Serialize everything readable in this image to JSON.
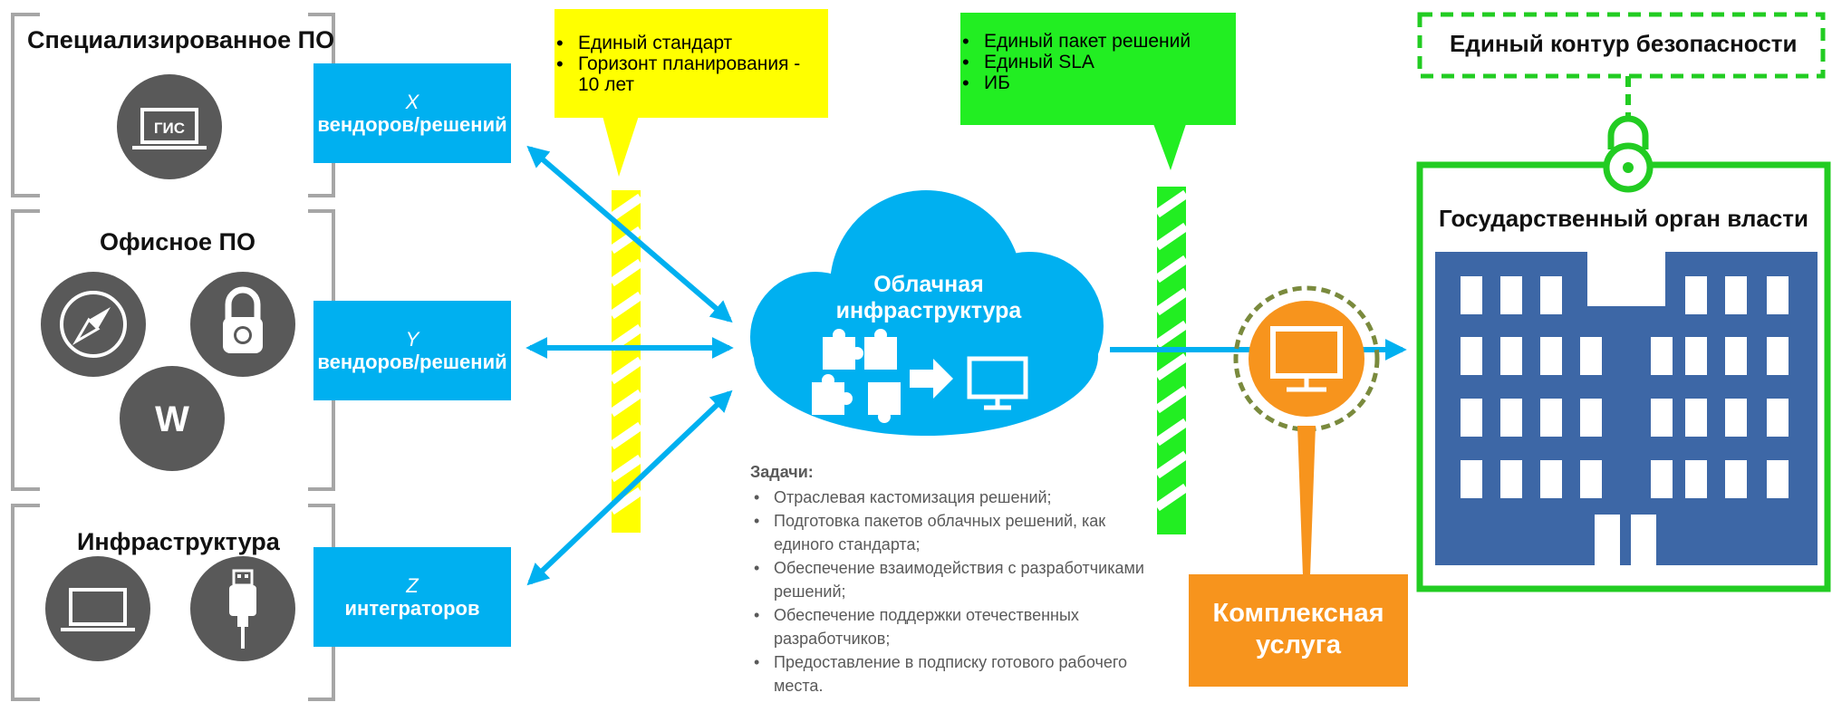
{
  "left_groups": {
    "spec": {
      "title": "Специализированное ПО",
      "icon_text": "ГИС"
    },
    "office": {
      "title": "Офисное ПО",
      "w_icon_text": "W"
    },
    "infra": {
      "title": "Инфраструктура"
    }
  },
  "blue_boxes": {
    "x": {
      "var": "X",
      "text": "вендоров/решений"
    },
    "y": {
      "var": "Y",
      "text": "вендоров/решений"
    },
    "z": {
      "var": "Z",
      "text": "интеграторов"
    }
  },
  "yellow_note": {
    "items": [
      "Единый стандарт",
      "Горизонт планирования - 10 лет"
    ]
  },
  "green_note": {
    "items": [
      "Единый пакет решений",
      "Единый SLA",
      "ИБ"
    ]
  },
  "cloud": {
    "title": "Облачная инфраструктура"
  },
  "tasks": {
    "heading": "Задачи:",
    "items": [
      "Отраслевая кастомизация решений;",
      "Подготовка пакетов облачных решений, как единого стандарта;",
      "Обеспечение взаимодействия с разработчиками решений;",
      "Обеспечение поддержки отечественных разработчиков;",
      "Предоставление в подписку готового рабочего места."
    ]
  },
  "service": {
    "label": "Комплексная услуга"
  },
  "security": {
    "title": "Единый контур безопасности"
  },
  "government": {
    "title": "Государственный орган власти"
  },
  "colors": {
    "blue": "#00b0f0",
    "yellow": "#ffff00",
    "green": "#22ee22",
    "orange": "#f7941d",
    "gray": "#595959",
    "building": "#3d67a6",
    "bracket": "#a6a6a6"
  }
}
